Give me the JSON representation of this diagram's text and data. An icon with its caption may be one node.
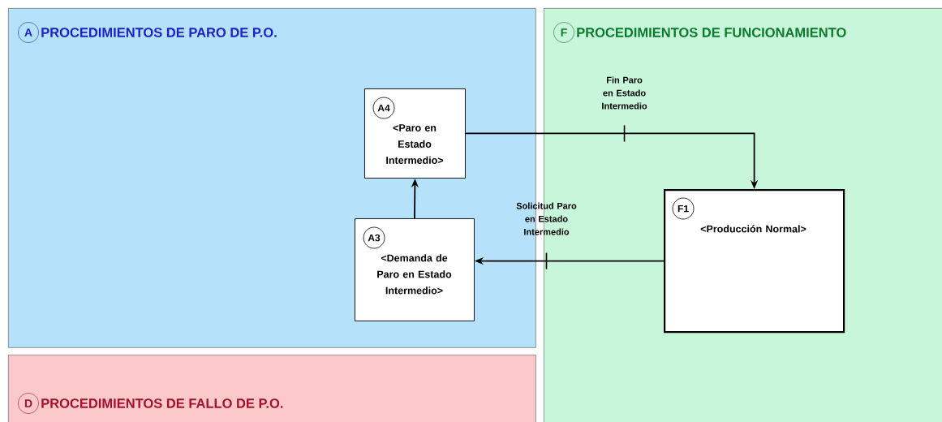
{
  "diagram": {
    "nodes": [
      {
        "text": [
          "A",
          "PROCEDIMIENTOS DE PARO DE P.O."
        ]
      },
      {
        "text": [
          "A4",
          "<Paro en Estado Intermedio>"
        ],
        "in": 0
      },
      {
        "text": [
          "A3",
          "<Demanda de Paro en Estado Intermedio>"
        ],
        "in": 0
      },
      {
        "text": [
          "D",
          "PROCEDIMIENTOS DE FALLO DE P.O."
        ]
      },
      {
        "text": [
          "F",
          "PROCEDIMIENTOS DE FUNCIONAMIENTO"
        ]
      },
      {
        "text": [
          "F1",
          "<Producción Normal>"
        ],
        "in": 4
      }
    ],
    "edges": [
      {
        "from": 2,
        "to": 1,
        "arrow": "to"
      },
      {
        "from": 1,
        "to": 5,
        "arrow": "to",
        "label": "Fin Paro en Estado Intermedio"
      },
      {
        "from": 5,
        "to": 2,
        "arrow": "to",
        "label": "Solicitud Paro en Estado Intermedio"
      }
    ]
  }
}
